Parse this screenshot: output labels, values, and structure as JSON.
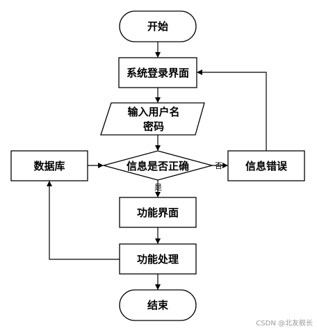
{
  "nodes": {
    "start": "开始",
    "login": "系统登录界面",
    "input_line1": "输入用户名",
    "input_line2": "密码",
    "check": "信息是否正确",
    "database": "数据库",
    "error": "信息错误",
    "function_page": "功能界面",
    "function_process": "功能处理",
    "end": "结束"
  },
  "edges": {
    "no": "否",
    "yes": "是"
  },
  "watermark": "CSDN @北友舰长"
}
